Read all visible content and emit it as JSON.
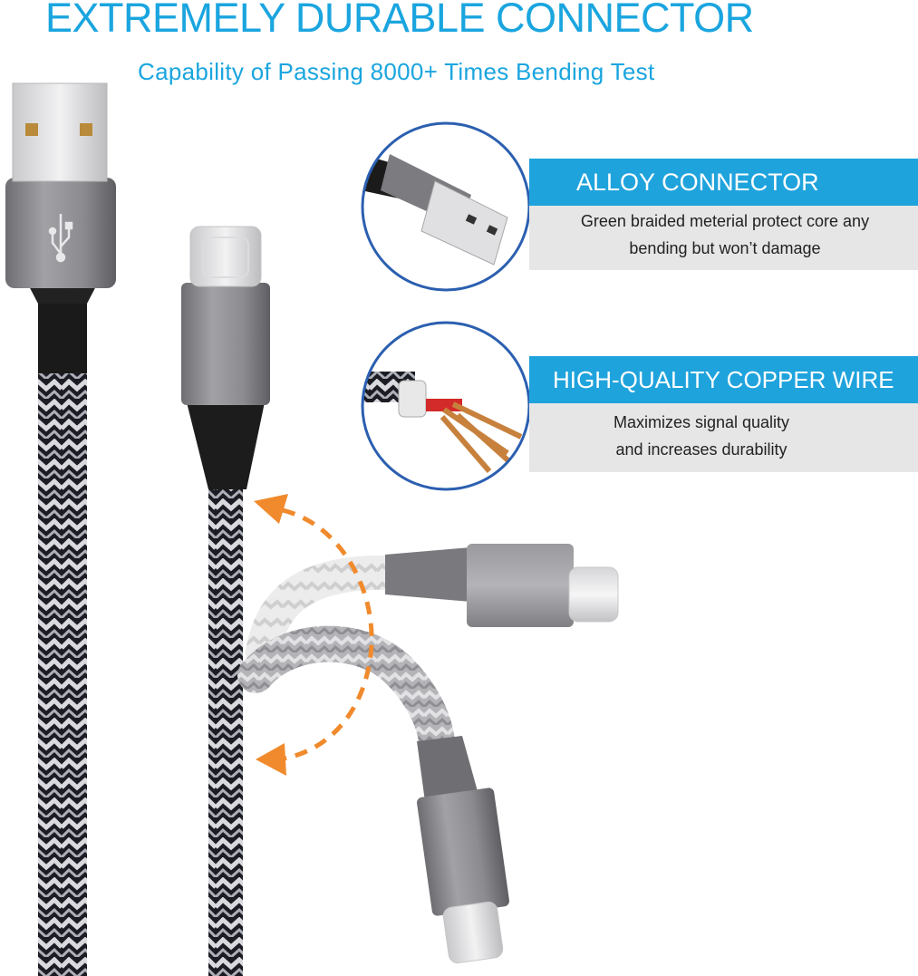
{
  "headline": "EXTREMELY DURABLE CONNECTOR",
  "subheadline": "Capability of Passing 8000+ Times Bending Test",
  "features": [
    {
      "title": "ALLOY CONNECTOR",
      "lines": [
        "Green braided meterial protect core any",
        "bending but won’t damage"
      ]
    },
    {
      "title": "HIGH-QUALITY COPPER WIRE",
      "lines": [
        "Maximizes signal quality",
        "and increases durability"
      ]
    }
  ],
  "colors": {
    "accent": "#1aa5df",
    "panel": "#e6e6e6",
    "arrow": "#f08a2c",
    "metal": "#8f8f92"
  },
  "icons": [
    "usb-symbol-icon",
    "bend-arrow-icon"
  ]
}
